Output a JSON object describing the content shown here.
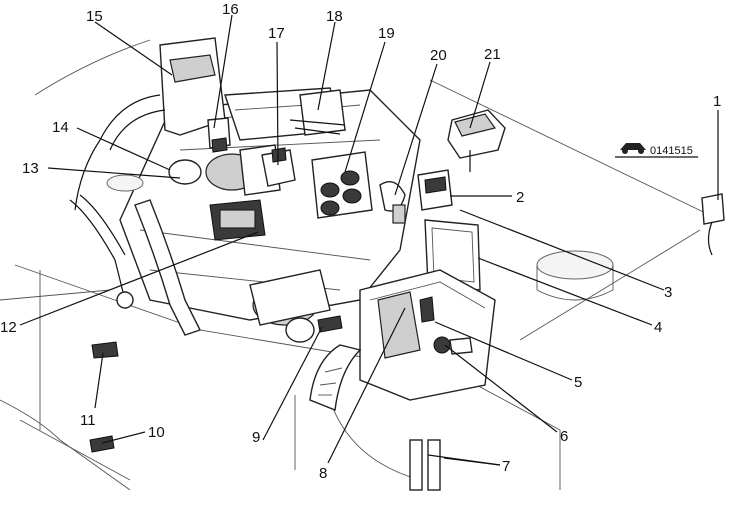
{
  "diagram": {
    "figure_code": "0141515",
    "callouts": [
      {
        "number": "1"
      },
      {
        "number": "2"
      },
      {
        "number": "3"
      },
      {
        "number": "4"
      },
      {
        "number": "5"
      },
      {
        "number": "6"
      },
      {
        "number": "7"
      },
      {
        "number": "8"
      },
      {
        "number": "9"
      },
      {
        "number": "10"
      },
      {
        "number": "11"
      },
      {
        "number": "12"
      },
      {
        "number": "13"
      },
      {
        "number": "14"
      },
      {
        "number": "15"
      },
      {
        "number": "16"
      },
      {
        "number": "17"
      },
      {
        "number": "18"
      },
      {
        "number": "19"
      },
      {
        "number": "20"
      },
      {
        "number": "21"
      }
    ]
  }
}
